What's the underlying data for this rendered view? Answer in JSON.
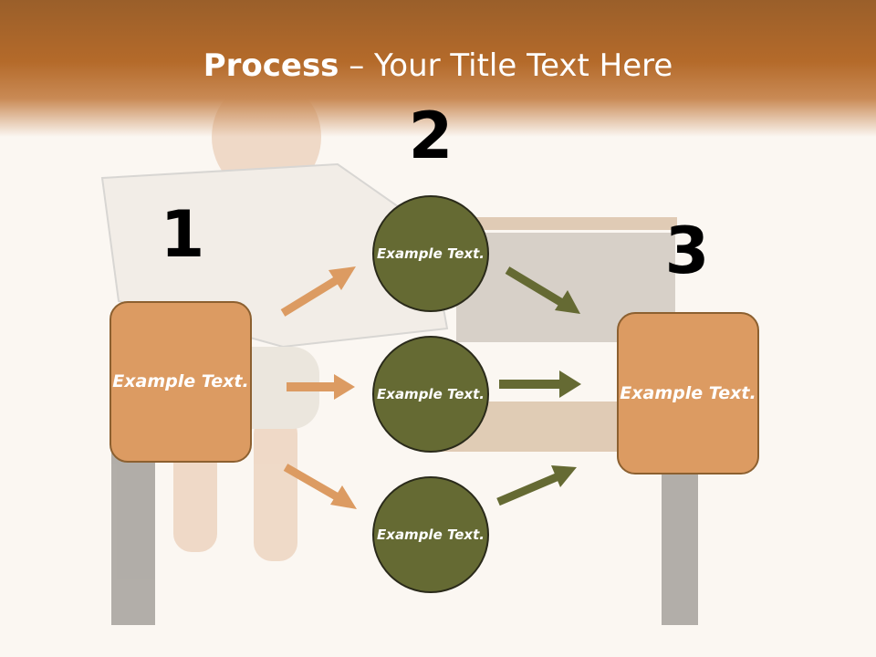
{
  "title": {
    "bold": "Process",
    "rest": " – Your Title Text Here"
  },
  "steps": {
    "one": "1",
    "two": "2",
    "three": "3"
  },
  "left_box": {
    "text": "Example Text."
  },
  "right_box": {
    "text": "Example Text."
  },
  "circles": [
    {
      "text": "Example Text."
    },
    {
      "text": "Example Text."
    },
    {
      "text": "Example Text."
    }
  ],
  "colors": {
    "header": "#b46a2a",
    "box_fill": "#dc9b62",
    "circle_fill": "#656a33",
    "orange_arrow": "#dc9b62",
    "olive_arrow": "#656a33"
  }
}
